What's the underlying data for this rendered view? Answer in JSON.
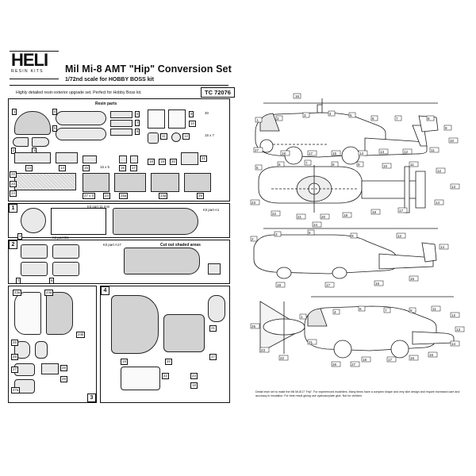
{
  "brand": {
    "line1": "HELI",
    "line2": "RESIN KITS"
  },
  "header": {
    "title": "Mil Mi-8 AMT \"Hip\" Conversion Set",
    "subtitle": "1/72nd scale for HOBBY BOSS kit",
    "note": "Highly detailed resin exterior upgrade set. Perfect for Hobby Boss kit.",
    "code": "TC 72076"
  },
  "captions": {
    "resin_parts": "Resin parts",
    "kit_part_a1": "Kit part A1",
    "kit_part_b11": "Kit part 11 mm",
    "kit_part_a17": "Kit part A17",
    "cut_out": "Cut out shaded areas",
    "kit_part_d1": "Kit part D1"
  },
  "sections": [
    "1",
    "2",
    "3",
    "4"
  ],
  "part_numbers": {
    "upper_block": [
      "1",
      "2",
      "3",
      "4",
      "5",
      "6",
      "7",
      "8",
      "9",
      "10",
      "11",
      "12",
      "13",
      "14",
      "15",
      "15 x 5",
      "16",
      "17",
      "18",
      "19",
      "20",
      "21",
      "22",
      "23",
      "24",
      "25",
      "26",
      "27",
      "28",
      "29",
      "30",
      "15 x 7",
      "27 x 3",
      "24",
      "25a",
      "24a",
      "29",
      "26",
      "23"
    ],
    "left_block": [
      "1",
      "2",
      "3",
      "4",
      "5",
      "6",
      "7",
      "8",
      "9",
      "10",
      "11",
      "12"
    ],
    "lower_left": [
      "23a",
      "24a",
      "24b",
      "25",
      "26",
      "27",
      "27a",
      "28",
      "29",
      "30",
      "31"
    ],
    "section4": [
      "19",
      "20",
      "21",
      "22",
      "23",
      "18",
      "17"
    ]
  },
  "heli_labels": {
    "view1": [
      "16",
      "1",
      "2",
      "3",
      "4",
      "5",
      "6",
      "7",
      "8",
      "9",
      "10",
      "11",
      "12",
      "13",
      "14",
      "15",
      "17",
      "18",
      "27"
    ],
    "view2": [
      "5",
      "6",
      "7",
      "8",
      "9",
      "10",
      "11",
      "12",
      "13",
      "14",
      "17",
      "18",
      "19",
      "20",
      "21",
      "22",
      "23",
      "24"
    ],
    "view3": [
      "2",
      "3",
      "5",
      "9",
      "12",
      "14",
      "15",
      "16",
      "17",
      "18"
    ],
    "view4": [
      "1",
      "4",
      "6",
      "7",
      "8",
      "11",
      "12",
      "13",
      "14",
      "15",
      "16",
      "17",
      "18",
      "21",
      "22",
      "23",
      "25",
      "26",
      "27"
    ]
  },
  "fine_print": "Detail resin set to make the Mil Mi-8/17 \"Hip\". For experienced modellers. Many items have a complex shape and very slim design and require increased care and accuracy in insulation. For best result gluing use cyanoacrylate glue. Not for children."
}
